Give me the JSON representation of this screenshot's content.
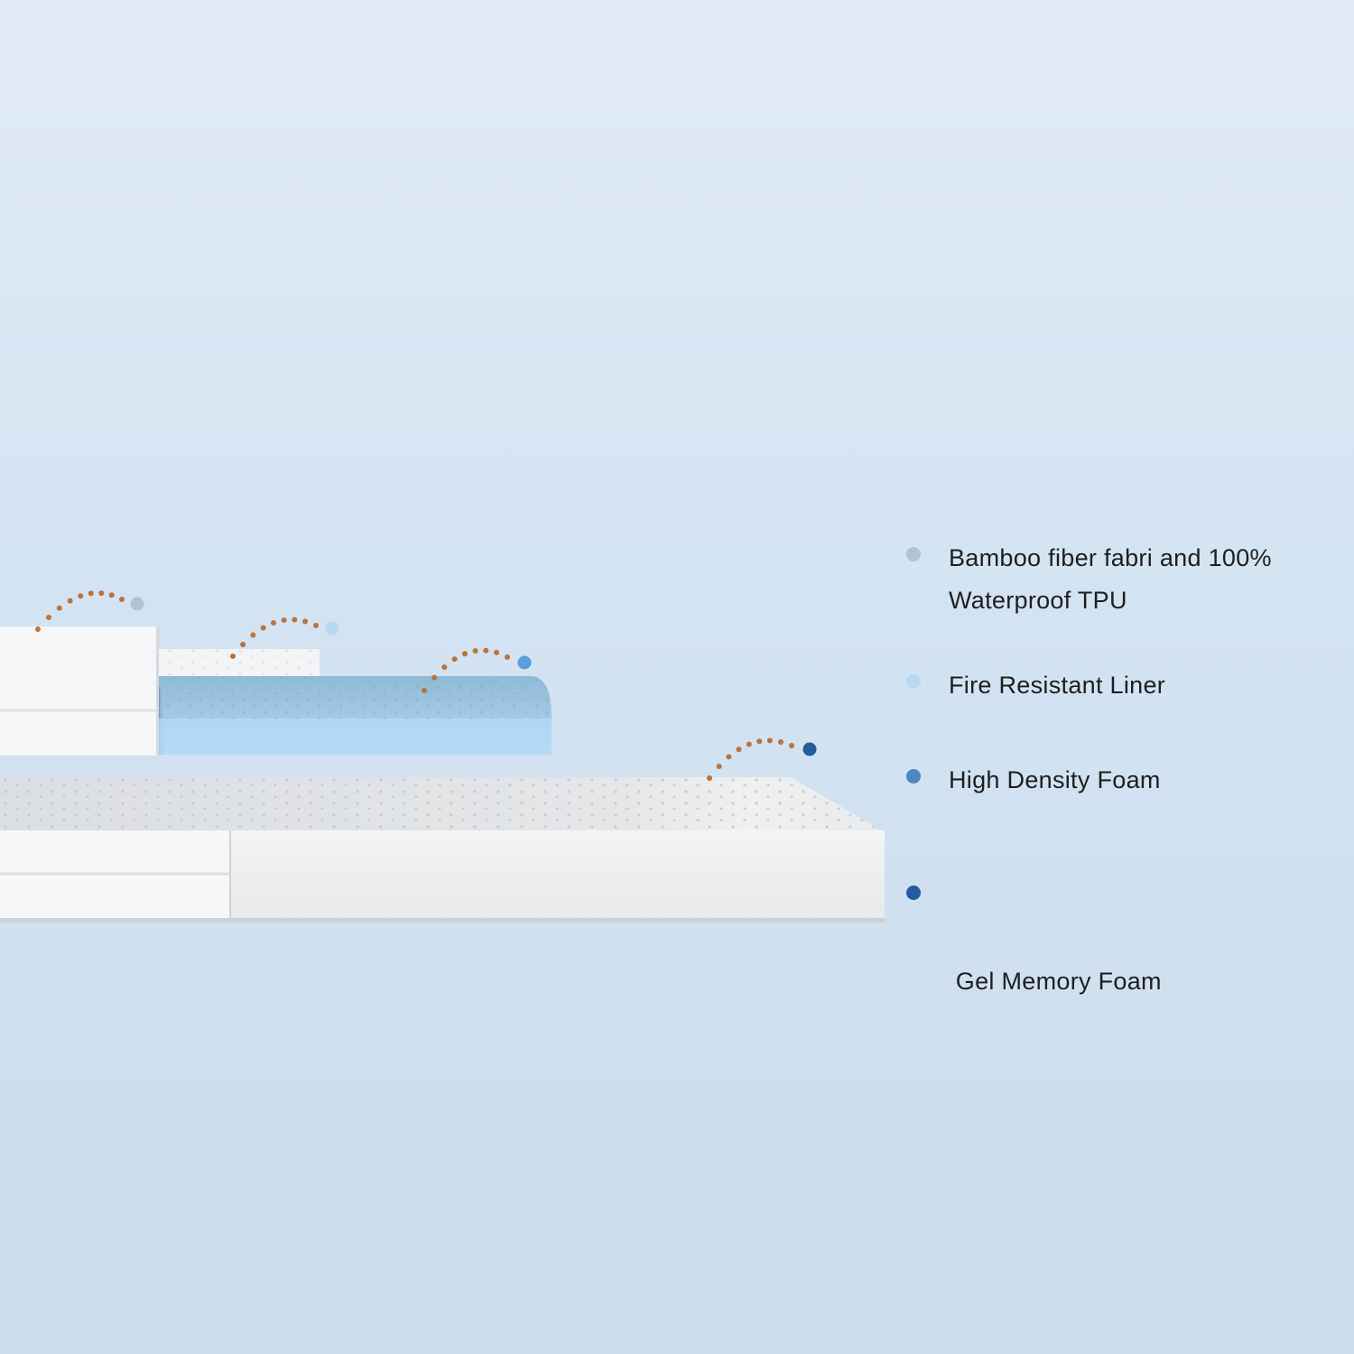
{
  "legend": {
    "items": [
      {
        "lines": [
          "Bamboo fiber fabri and 100%",
          "Waterproof TPU"
        ],
        "color": "#b3c3d2"
      },
      {
        "lines": [
          "Fire Resistant Liner"
        ],
        "color": "#b7d8f2"
      },
      {
        "lines": [
          "High Density Foam"
        ],
        "color": "#4f86c4"
      },
      {
        "lines": [
          " Gel Memory Foam"
        ],
        "color": "#245c9c"
      }
    ]
  },
  "colors": {
    "connector_dots": "#b7743d",
    "gel_layer": "#a9cfe6",
    "foam_base": "#f1f2f3"
  }
}
